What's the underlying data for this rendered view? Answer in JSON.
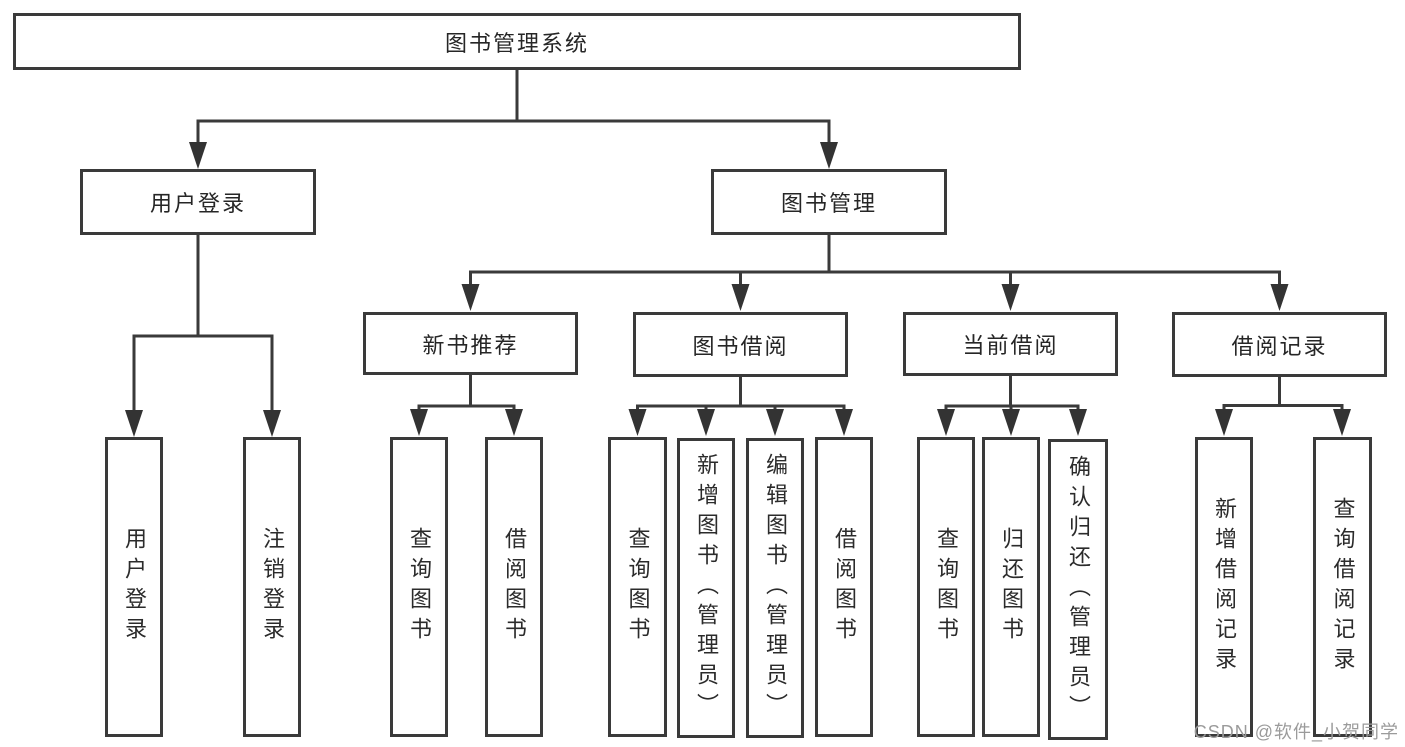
{
  "tree": {
    "root": "图书管理系统",
    "user_login": {
      "label": "用户登录",
      "children": [
        "用户登录",
        "注销登录"
      ]
    },
    "book_management": {
      "label": "图书管理",
      "groups": {
        "new_book_recommend": {
          "label": "新书推荐",
          "children": [
            "查询图书",
            "借阅图书"
          ]
        },
        "book_borrowing": {
          "label": "图书借阅",
          "children": [
            "查询图书",
            "新增图书（管理员）",
            "编辑图书（管理员）",
            "借阅图书"
          ]
        },
        "current_borrowing": {
          "label": "当前借阅",
          "children": [
            "查询图书",
            "归还图书",
            "确认归还（管理员）"
          ]
        },
        "borrowing_records": {
          "label": "借阅记录",
          "children": [
            "新增借阅记录",
            "查询借阅记录"
          ]
        }
      }
    }
  },
  "watermark": "CSDN @软件_小贺同学",
  "colors": {
    "background": "#ffffff",
    "line": "#3a3a3a",
    "box_border": "#3a3a3a",
    "text": "#262626",
    "watermark": "#9b9b9b"
  }
}
